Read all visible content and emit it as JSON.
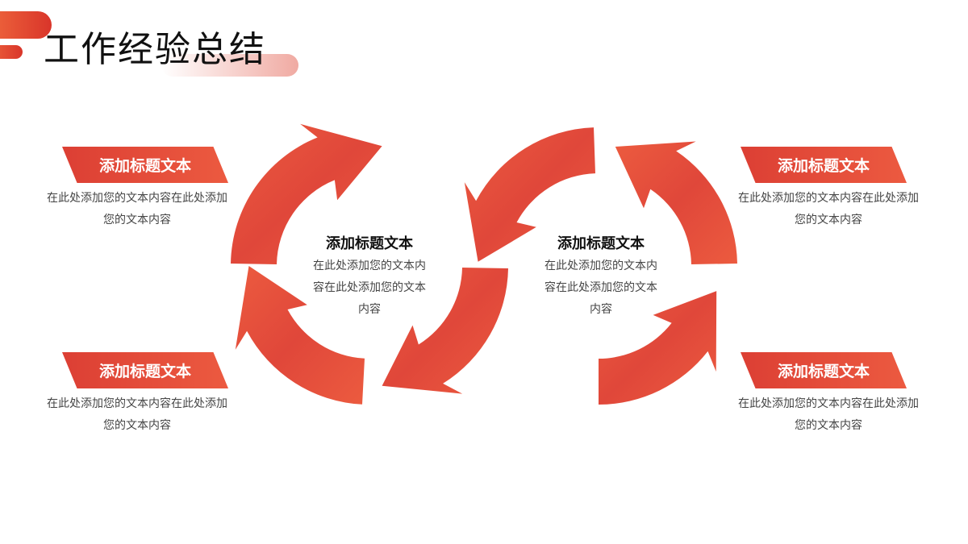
{
  "header": {
    "title": "工作经验总结"
  },
  "colors": {
    "accent": "#e4463a",
    "accent_light": "#ec5b3f"
  },
  "side_items": [
    {
      "title": "添加标题文本",
      "desc": "在此处添加您的文本内容在此处添加您的文本内容"
    },
    {
      "title": "添加标题文本",
      "desc": "在此处添加您的文本内容在此处添加您的文本内容"
    },
    {
      "title": "添加标题文本",
      "desc": "在此处添加您的文本内容在此处添加您的文本内容"
    },
    {
      "title": "添加标题文本",
      "desc": "在此处添加您的文本内容在此处添加您的文本内容"
    }
  ],
  "center_items": [
    {
      "title": "添加标题文本",
      "desc": "在此处添加您的文本内容在此处添加您的文本内容"
    },
    {
      "title": "添加标题文本",
      "desc": "在此处添加您的文本内容在此处添加您的文本内容"
    }
  ]
}
